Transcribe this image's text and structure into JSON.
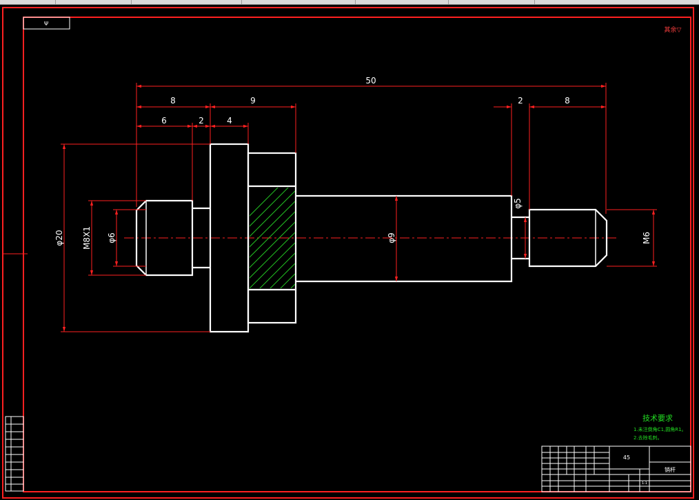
{
  "colors": {
    "background": "#000000",
    "frame": "#ff2020",
    "outline": "#ffffff",
    "hatch": "#22c022",
    "note": "#22dd22",
    "dimension_text": "#ffffff",
    "sheet_label": "#ff4040"
  },
  "sheet": {
    "code_tab": "Ψ",
    "roughness_mark": "其余▽"
  },
  "dimensions": {
    "total_length": "50",
    "left_section": "8",
    "collar_span": "9",
    "chamfer_left": "6",
    "groove_left": "2",
    "collar_width": "4",
    "groove_right": "2",
    "thread_length_right": "8",
    "dia_collar": "φ20",
    "thread_left": "M8X1",
    "dia_left_end": "φ6",
    "dia_shaft": "φ9",
    "dia_groove": "φ5",
    "thread_right": "M6"
  },
  "technical_requirements": {
    "title": "技术要求",
    "items": [
      "1.未注倒角C1,圆角R1。",
      "2.去除毛刺。"
    ]
  },
  "title_block": {
    "material": "45",
    "part_name": "销杆",
    "scale": "1:1"
  }
}
